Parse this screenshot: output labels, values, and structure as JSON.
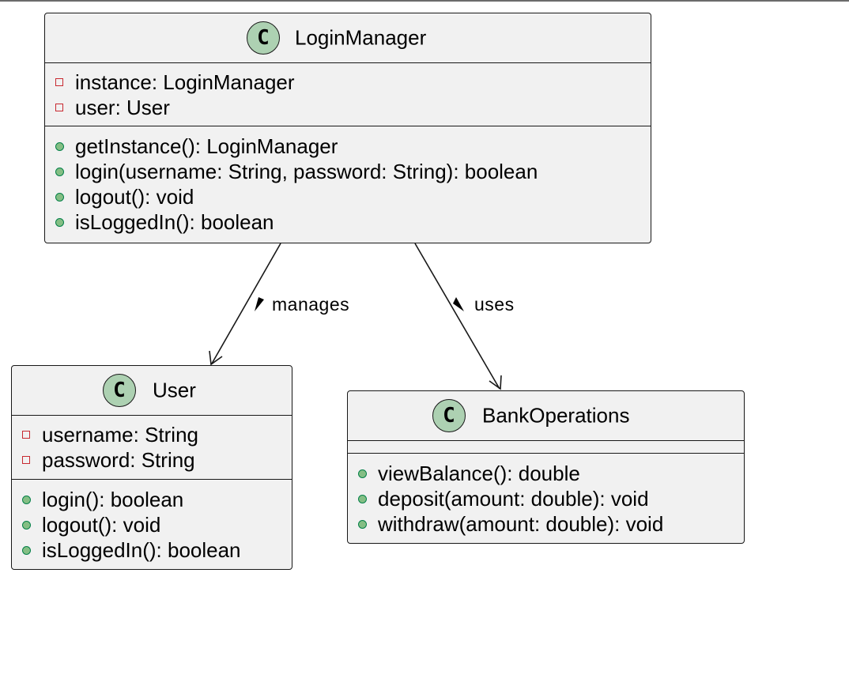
{
  "classes": {
    "login_manager": {
      "name": "LoginManager",
      "icon": "class-c-icon",
      "attributes": [
        {
          "visibility": "private",
          "text": "instance: LoginManager"
        },
        {
          "visibility": "private",
          "text": "user: User"
        }
      ],
      "methods": [
        {
          "visibility": "public",
          "text": "getInstance(): LoginManager"
        },
        {
          "visibility": "public",
          "text": "login(username: String, password: String): boolean"
        },
        {
          "visibility": "public",
          "text": "logout(): void"
        },
        {
          "visibility": "public",
          "text": "isLoggedIn(): boolean"
        }
      ]
    },
    "user": {
      "name": "User",
      "icon": "class-c-icon",
      "attributes": [
        {
          "visibility": "private",
          "text": "username: String"
        },
        {
          "visibility": "private",
          "text": "password: String"
        }
      ],
      "methods": [
        {
          "visibility": "public",
          "text": "login(): boolean"
        },
        {
          "visibility": "public",
          "text": "logout(): void"
        },
        {
          "visibility": "public",
          "text": "isLoggedIn(): boolean"
        }
      ]
    },
    "bank_operations": {
      "name": "BankOperations",
      "icon": "class-c-icon",
      "attributes": [],
      "methods": [
        {
          "visibility": "public",
          "text": "viewBalance(): double"
        },
        {
          "visibility": "public",
          "text": "deposit(amount: double): void"
        },
        {
          "visibility": "public",
          "text": "withdraw(amount: double): void"
        }
      ]
    }
  },
  "relations": [
    {
      "from": "LoginManager",
      "to": "User",
      "label": "manages"
    },
    {
      "from": "LoginManager",
      "to": "BankOperations",
      "label": "uses"
    }
  ],
  "colors": {
    "class_bg": "#f1f1f1",
    "border": "#181818",
    "class_icon": "#add1b2",
    "private_marker": "#c82930",
    "public_marker": "#84be84"
  }
}
